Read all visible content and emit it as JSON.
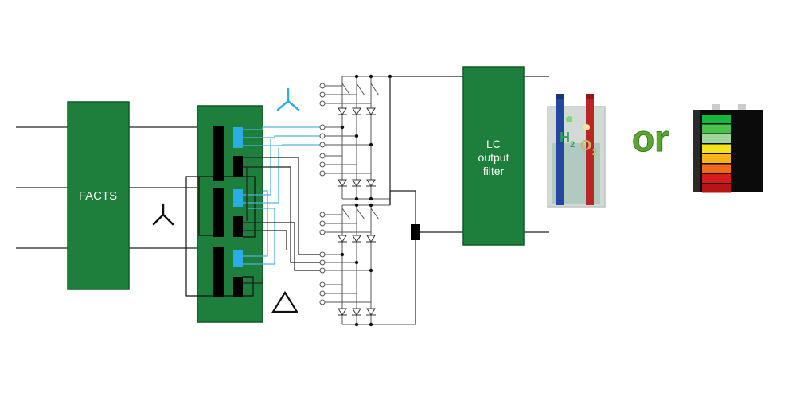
{
  "blocks": {
    "facts": {
      "label": "FACTS"
    },
    "filter": {
      "lines": [
        "LC",
        "output",
        "filter"
      ]
    }
  },
  "electrolyser": {
    "h2_label": "H",
    "h2_sub": "2",
    "o2_label": "O",
    "o2_sub": "2"
  },
  "connector": {
    "label": "or"
  },
  "winding_symbols": {
    "primary": "wye",
    "secondary_top": "wye",
    "secondary_bottom": "delta"
  },
  "colors": {
    "block_green": "#1e7e3c",
    "block_border": "#0f5a26",
    "wire": "#222222",
    "wire_secondary": "#4fb3d6",
    "winding_cyan": "#2aaee0",
    "or_green": "#5aa832",
    "battery_levels": [
      "#14b83a",
      "#48c24a",
      "#9fd69a",
      "#f4e21a",
      "#f6b417",
      "#ee6a1c",
      "#d81a1a",
      "#b81414"
    ]
  }
}
